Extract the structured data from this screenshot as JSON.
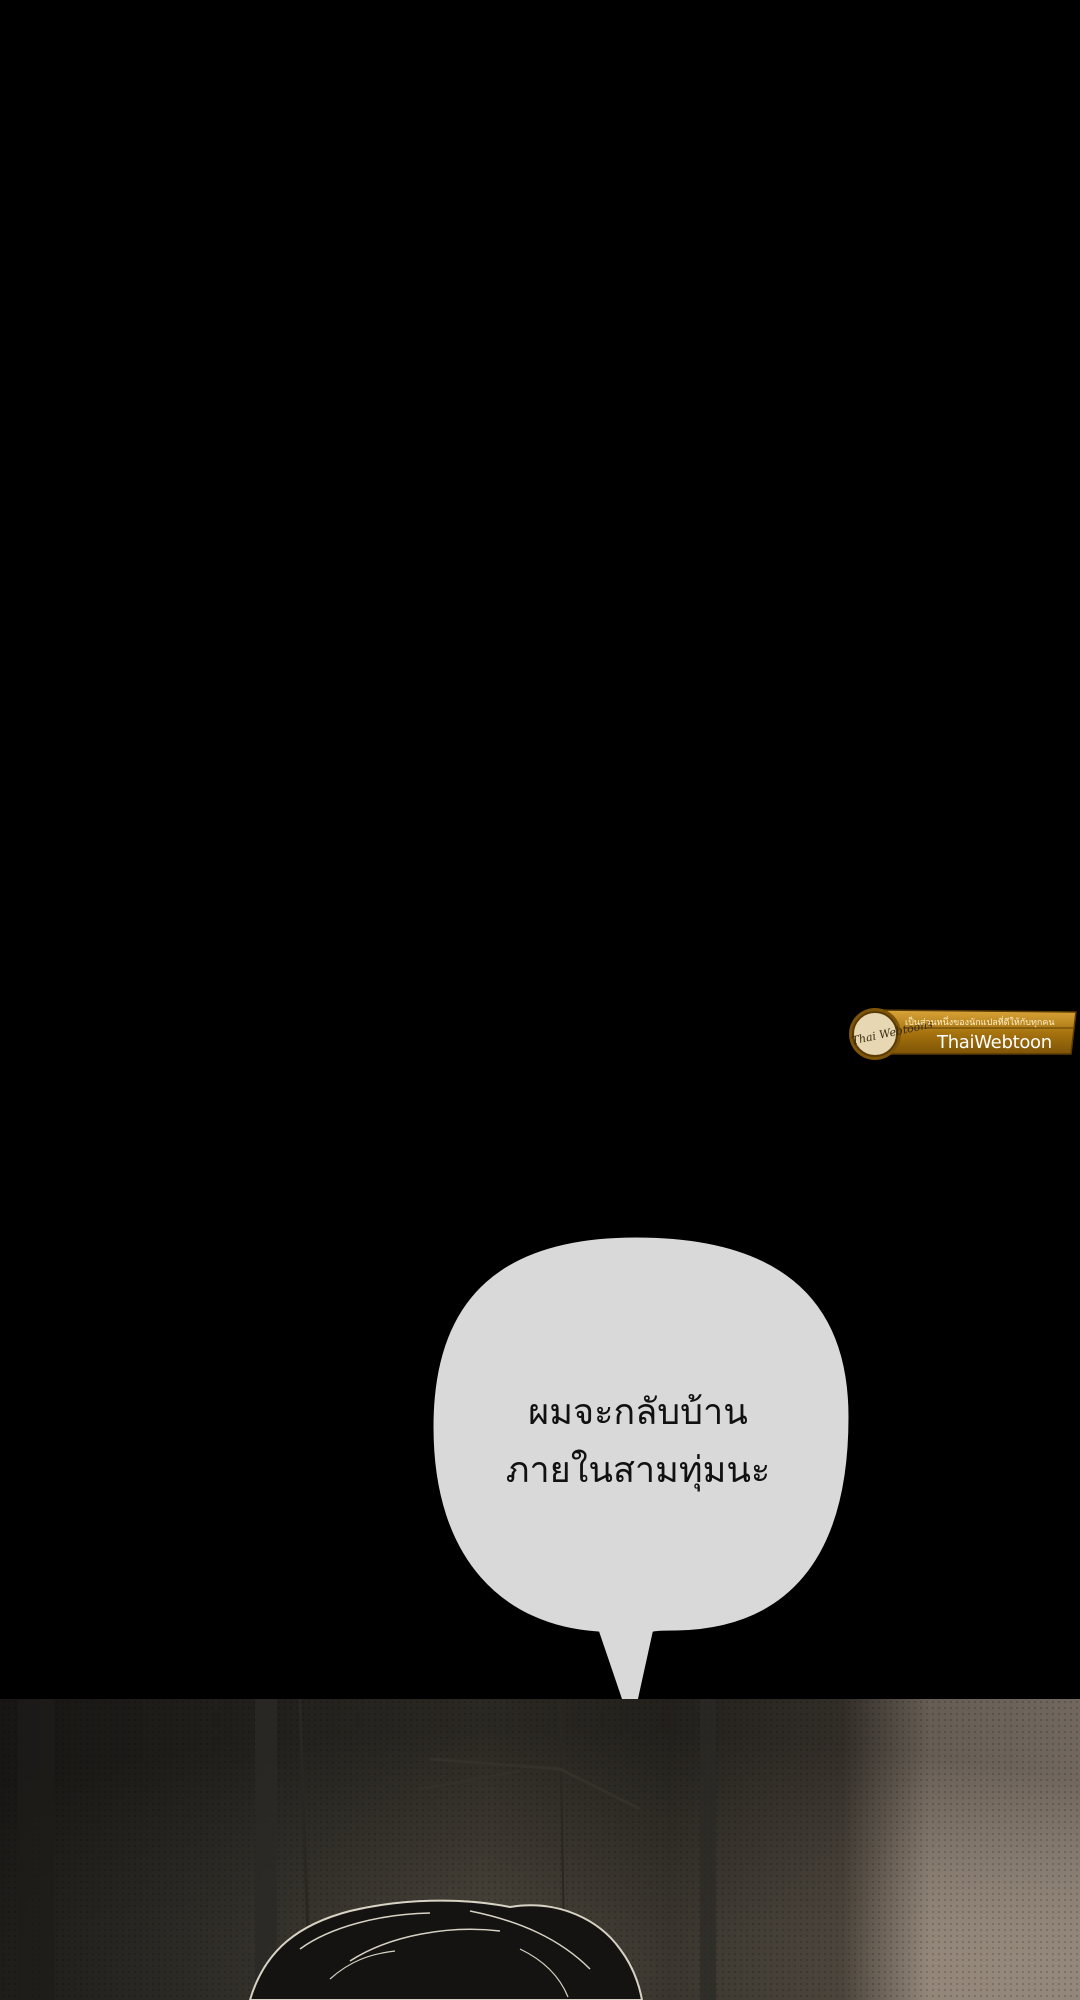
{
  "watermark": {
    "logo_text": "Thai Webtoons",
    "tagline": "เป็นส่วนหนึ่งของนักแปลที่ดีให้กับทุกคน",
    "brand": "ThaiWebtoon"
  },
  "bubble": {
    "line1": "ผมจะกลับบ้าน",
    "line2": "ภายในสามทุ่มนะ"
  },
  "colors": {
    "background": "#000000",
    "bubble_fill": "#d9d9d9",
    "watermark_gold": "#b8860b"
  }
}
